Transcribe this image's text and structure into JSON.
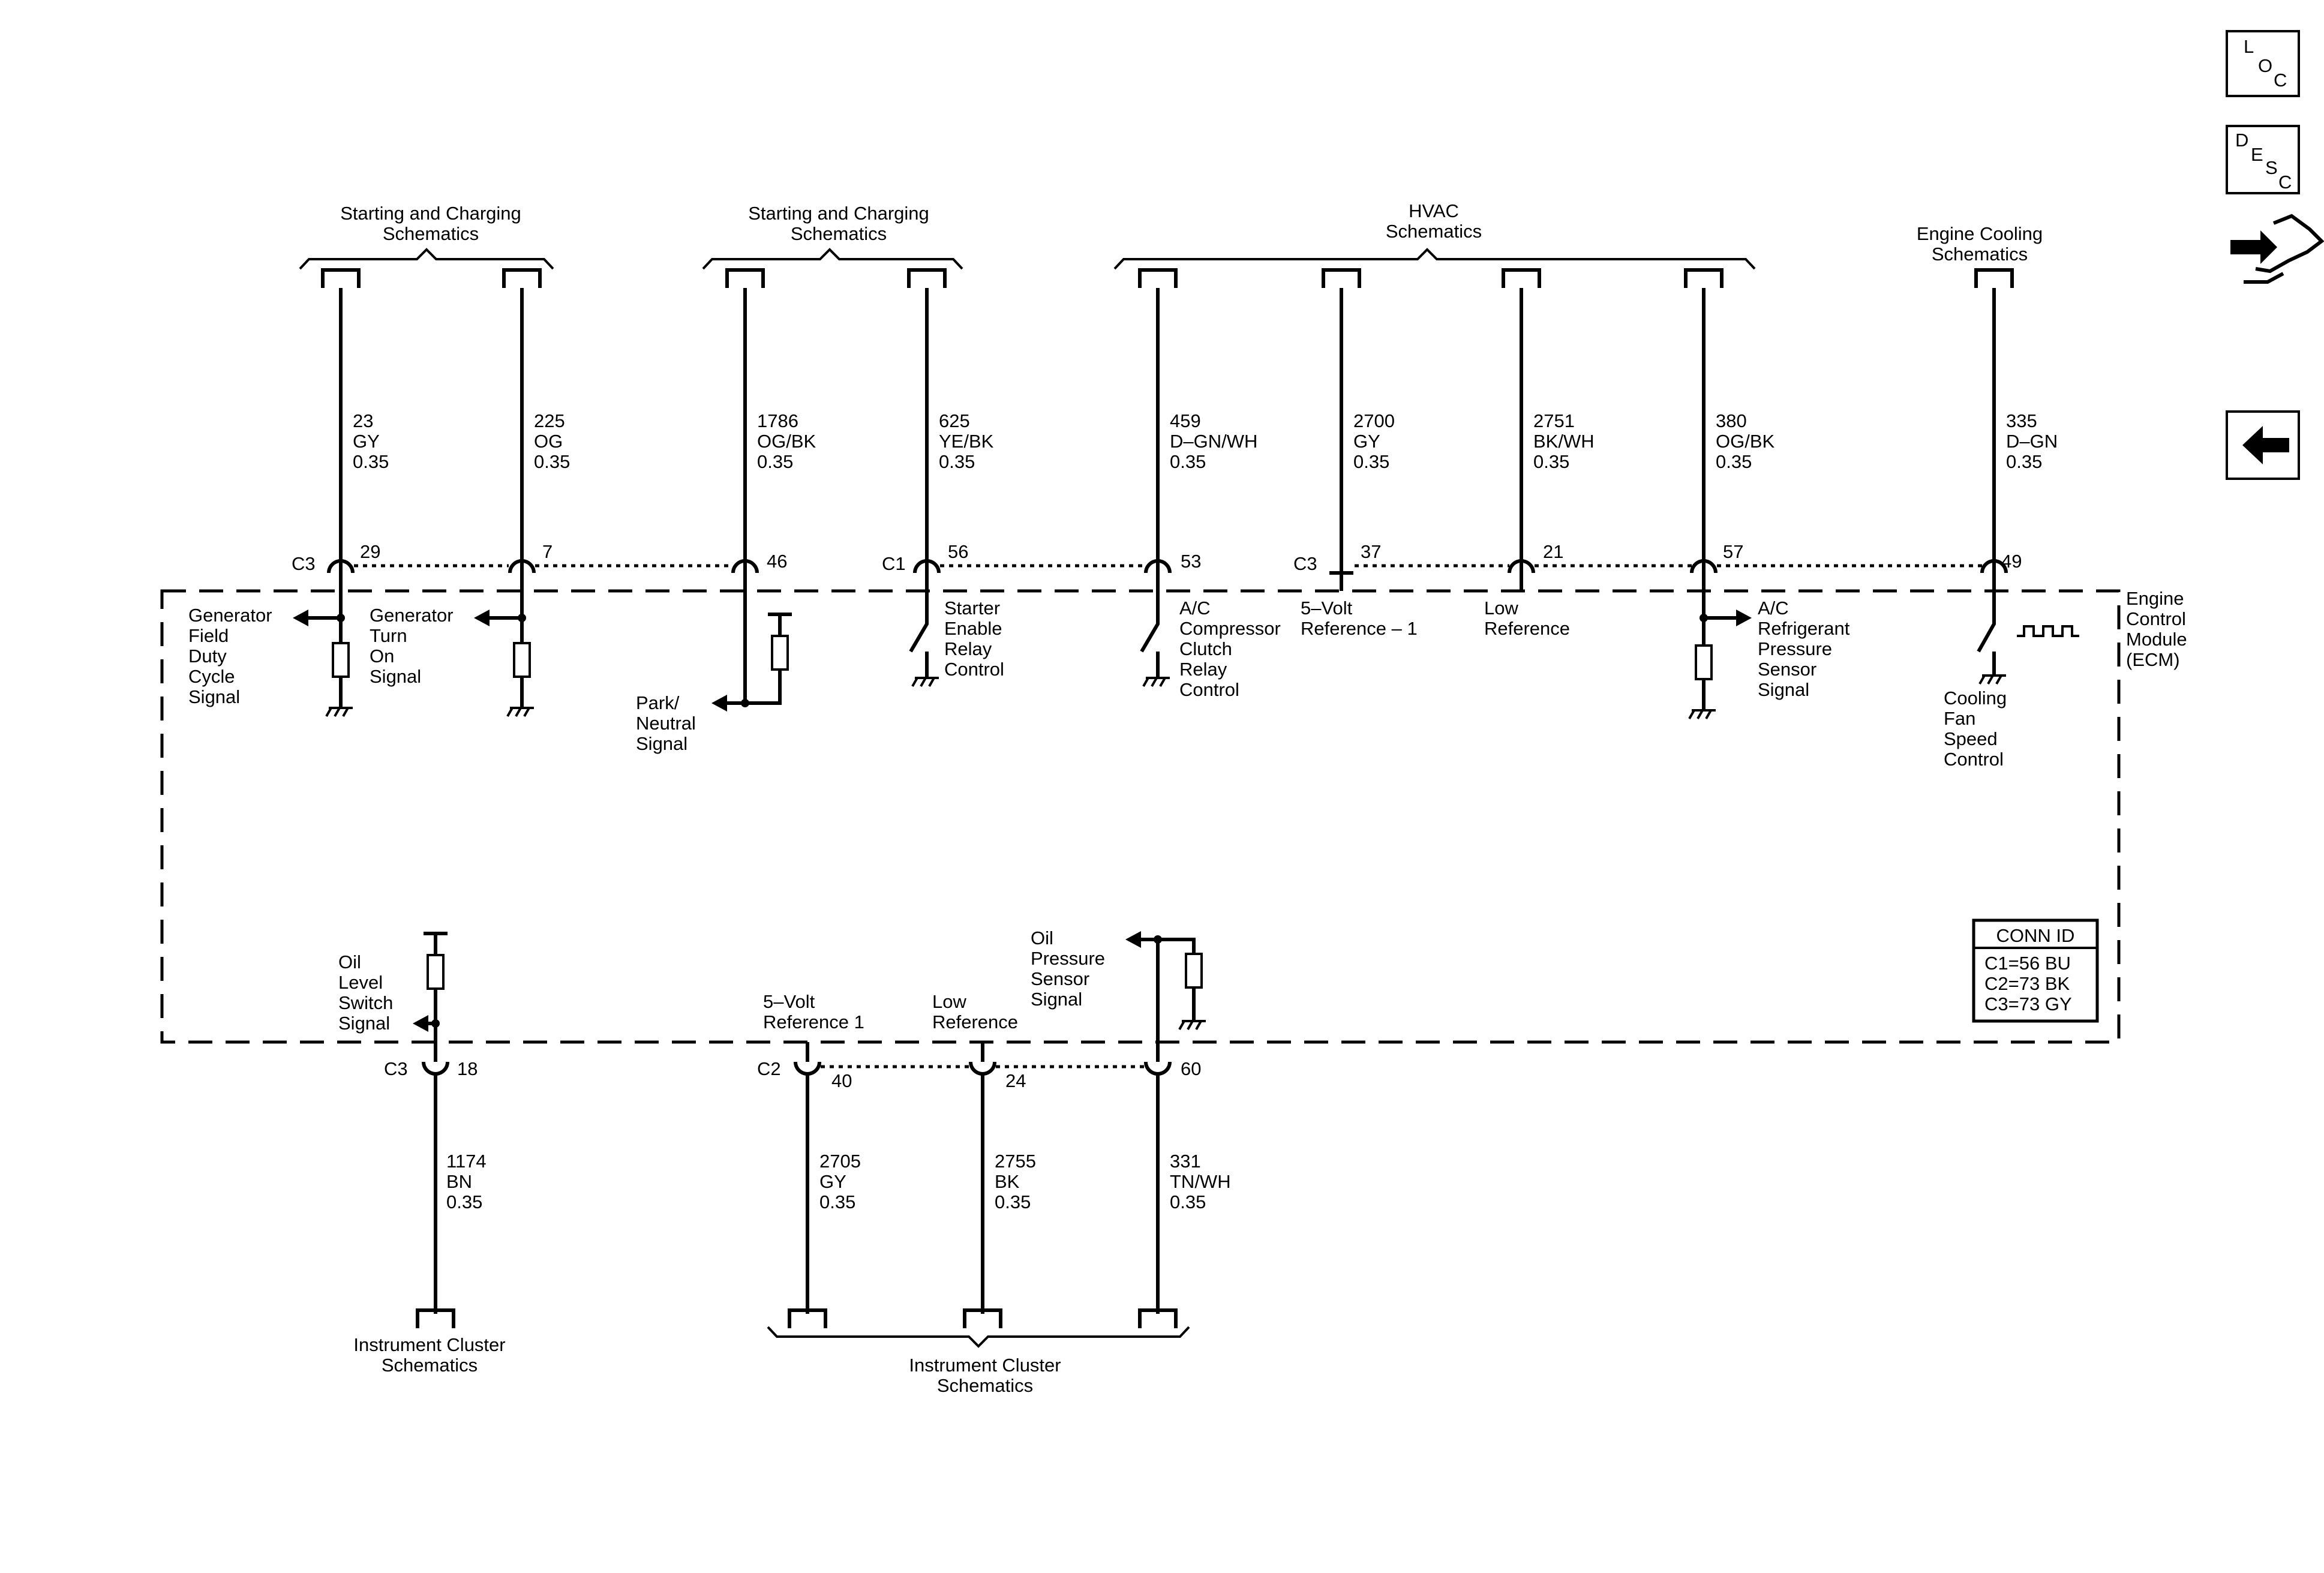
{
  "nav_buttons": {
    "loc": [
      "L",
      "O",
      "C"
    ],
    "desc": [
      "D",
      "E",
      "S",
      "C"
    ]
  },
  "refs": {
    "start_charge_1": [
      "Starting and Charging",
      "Schematics"
    ],
    "start_charge_2": [
      "Starting and Charging",
      "Schematics"
    ],
    "hvac": [
      "HVAC",
      "Schematics"
    ],
    "engine_cooling": [
      "Engine Cooling",
      "Schematics"
    ],
    "instrument_1": [
      "Instrument Cluster",
      "Schematics"
    ],
    "instrument_2": [
      "Instrument Cluster",
      "Schematics"
    ]
  },
  "wires_top": [
    {
      "circuit": "23",
      "color": "GY",
      "size": "0.35",
      "pin": "29"
    },
    {
      "circuit": "225",
      "color": "OG",
      "size": "0.35",
      "pin": "7"
    },
    {
      "circuit": "1786",
      "color": "OG/BK",
      "size": "0.35",
      "pin": "46"
    },
    {
      "circuit": "625",
      "color": "YE/BK",
      "size": "0.35",
      "pin": "56"
    },
    {
      "circuit": "459",
      "color": "D–GN/WH",
      "size": "0.35",
      "pin": "53"
    },
    {
      "circuit": "2700",
      "color": "GY",
      "size": "0.35",
      "pin": "37"
    },
    {
      "circuit": "2751",
      "color": "BK/WH",
      "size": "0.35",
      "pin": "21"
    },
    {
      "circuit": "380",
      "color": "OG/BK",
      "size": "0.35",
      "pin": "57"
    },
    {
      "circuit": "335",
      "color": "D–GN",
      "size": "0.35",
      "pin": "49"
    }
  ],
  "wires_bottom": [
    {
      "circuit": "1174",
      "color": "BN",
      "size": "0.35",
      "pin": "18"
    },
    {
      "circuit": "2705",
      "color": "GY",
      "size": "0.35",
      "pin": "40"
    },
    {
      "circuit": "2755",
      "color": "BK",
      "size": "0.35",
      "pin": "24"
    },
    {
      "circuit": "331",
      "color": "TN/WH",
      "size": "0.35",
      "pin": "60"
    }
  ],
  "connector_labels": {
    "c3_a": "C3",
    "c1": "C1",
    "c3_b": "C3",
    "c3_c": "C3",
    "c2": "C2"
  },
  "signals": {
    "gen_field": [
      "Generator",
      "Field",
      "Duty",
      "Cycle",
      "Signal"
    ],
    "gen_turn_on": [
      "Generator",
      "Turn",
      "On",
      "Signal"
    ],
    "park_neutral": [
      "Park/",
      "Neutral",
      "Signal"
    ],
    "starter_relay": [
      "Starter",
      "Enable",
      "Relay",
      "Control"
    ],
    "ac_clutch": [
      "A/C",
      "Compressor",
      "Clutch",
      "Relay",
      "Control"
    ],
    "five_volt_ref_1": [
      "5–Volt",
      "Reference – 1"
    ],
    "low_ref_top": [
      "Low",
      "Reference"
    ],
    "ac_pressure": [
      "A/C",
      "Refrigerant",
      "Pressure",
      "Sensor",
      "Signal"
    ],
    "cooling_fan": [
      "Cooling",
      "Fan",
      "Speed",
      "Control"
    ],
    "oil_level": [
      "Oil",
      "Level",
      "Switch",
      "Signal"
    ],
    "five_volt_ref_bottom": [
      "5–Volt",
      "Reference 1"
    ],
    "low_ref_bottom": [
      "Low",
      "Reference"
    ],
    "oil_pressure": [
      "Oil",
      "Pressure",
      "Sensor",
      "Signal"
    ]
  },
  "module": [
    "Engine",
    "Control",
    "Module",
    "(ECM)"
  ],
  "conn_id": {
    "title": "CONN ID",
    "rows": [
      "C1=56 BU",
      "C2=73 BK",
      "C3=73 GY"
    ]
  }
}
